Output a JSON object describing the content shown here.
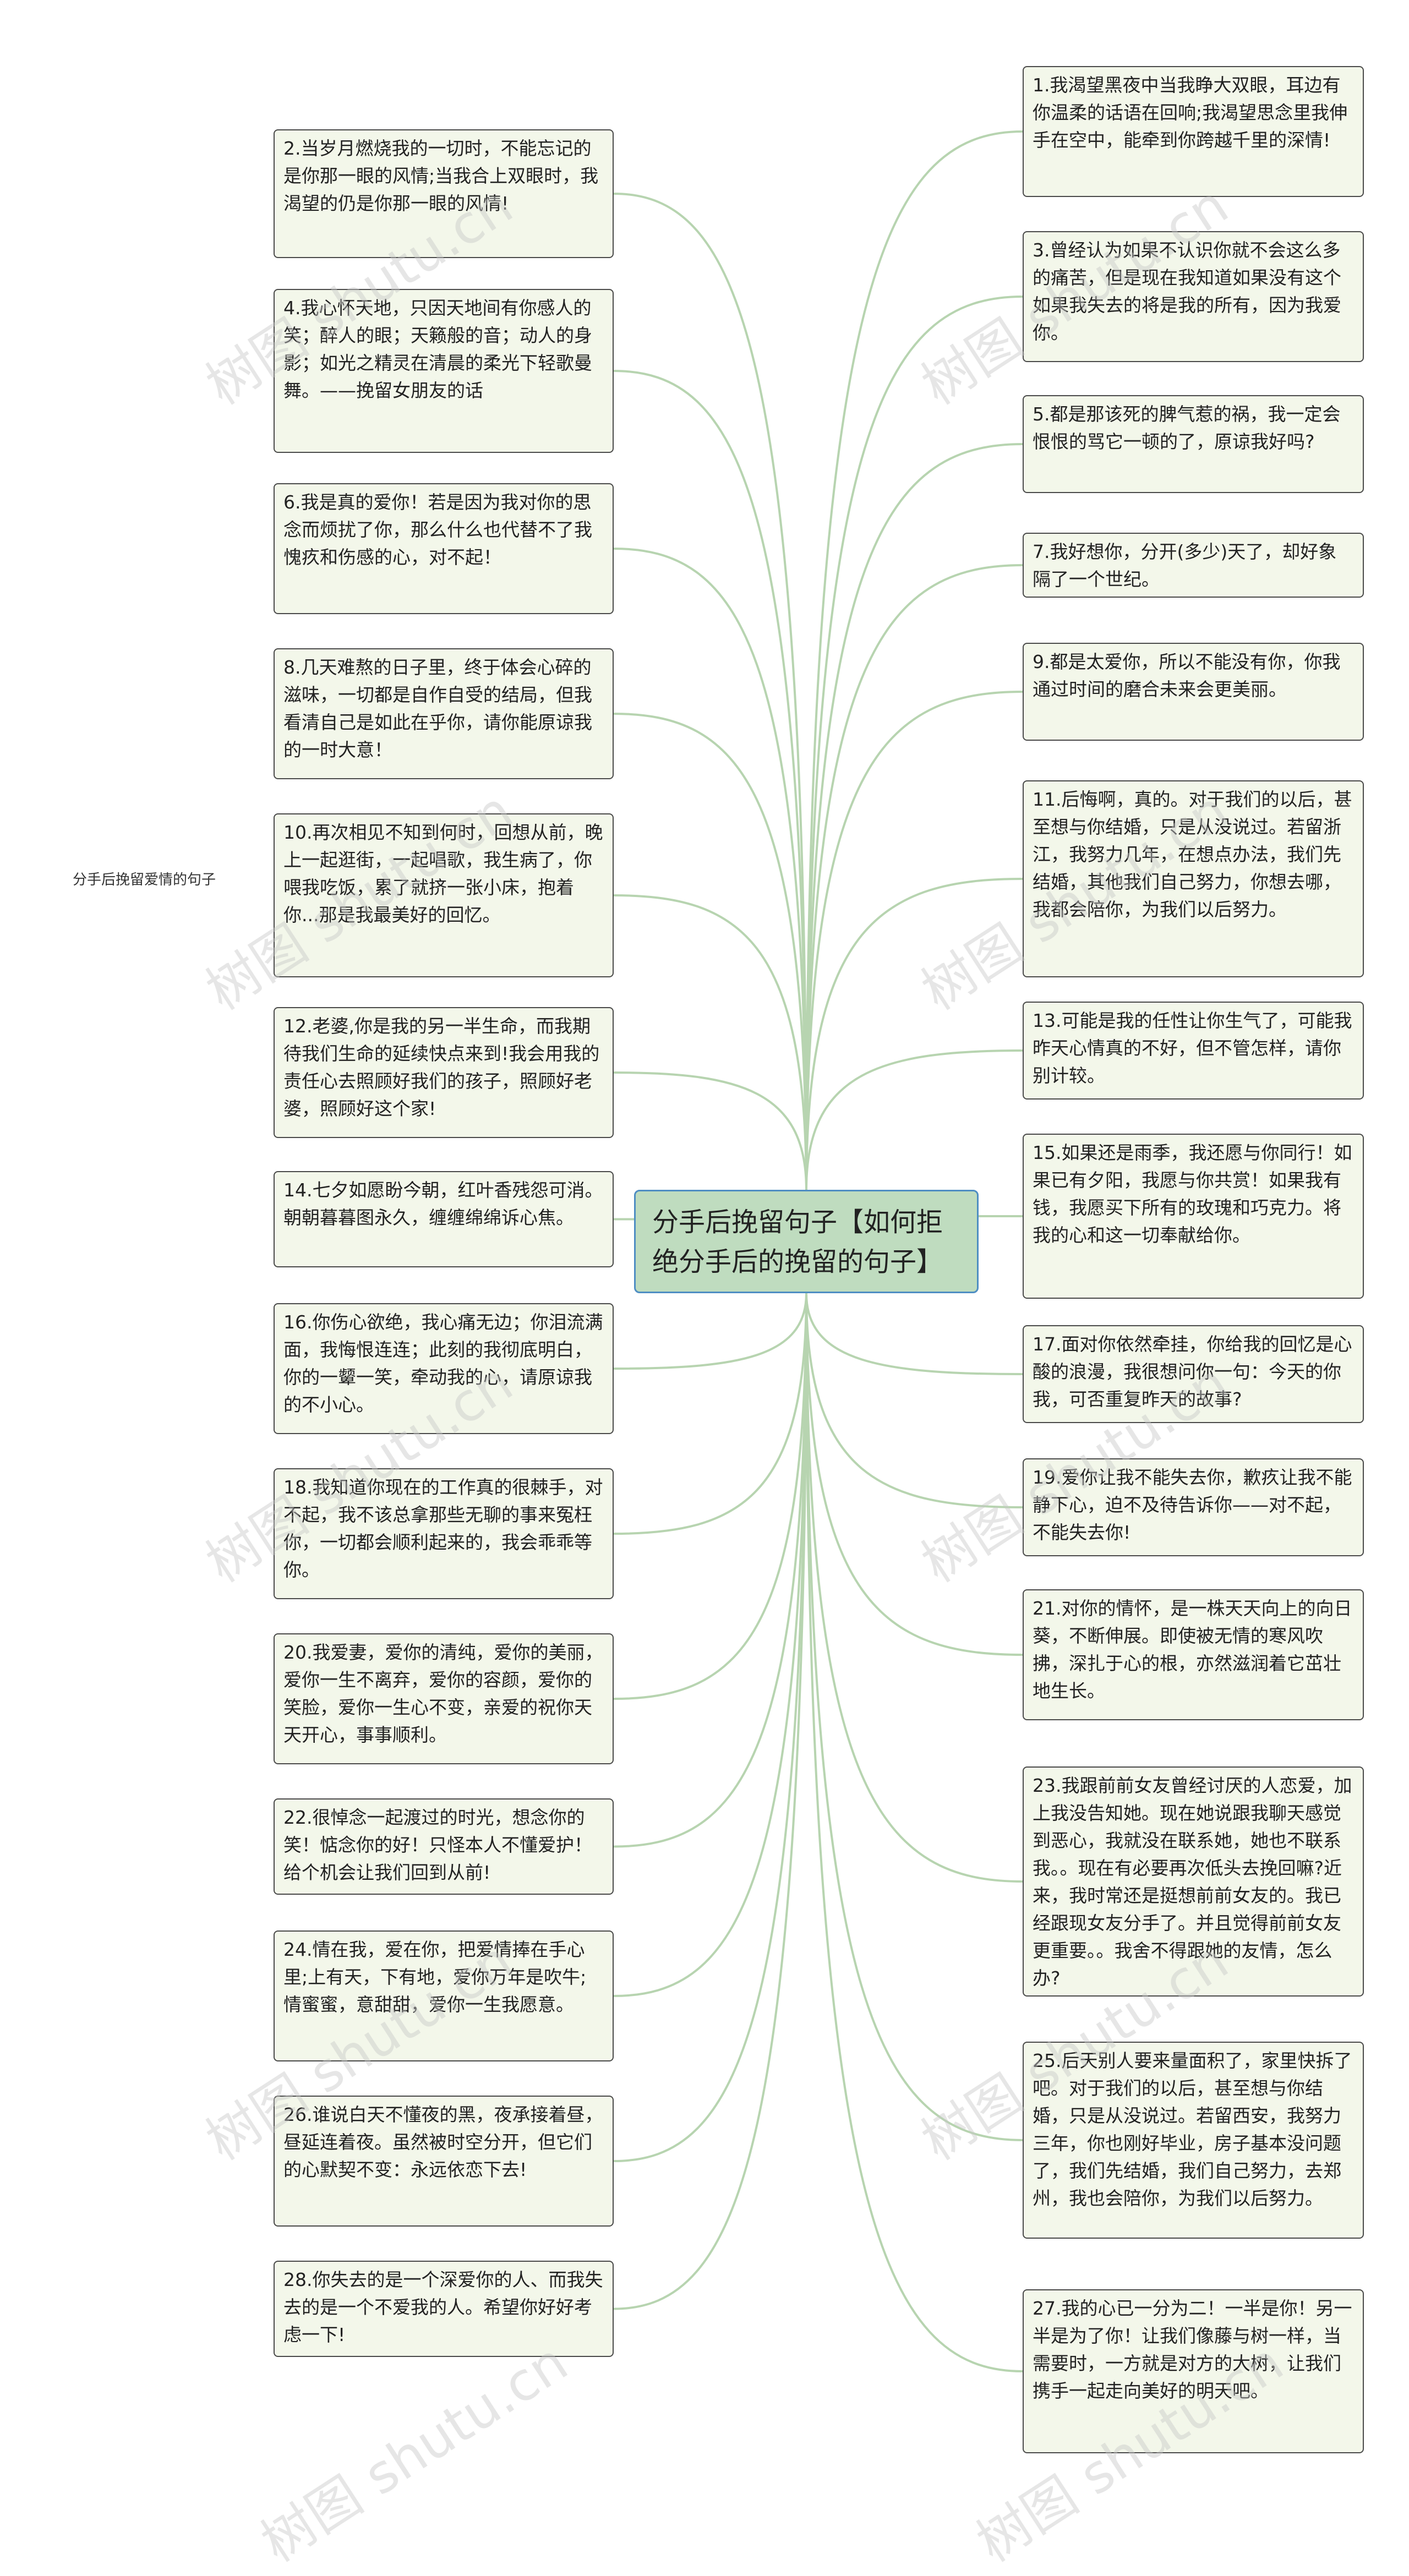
{
  "center_topic": "分手后挽留句子【如何拒绝分手后的挽留的句子】",
  "side_label": "分手后挽留爱情的句子",
  "watermark": "树图 shutu.cn",
  "colors": {
    "link": "#b7d4b0",
    "node_bg": "#f3f7ea",
    "center_bg": "#bfdcbf",
    "center_border": "#4f8ec3"
  },
  "left_nodes": [
    "2.当岁月燃烧我的一切时，不能忘记的是你那一眼的风情;当我合上双眼时，我渴望的仍是你那一眼的风情!",
    "4.我心怀天地，只因天地间有你感人的笑；醉人的眼；天籁般的音；动人的身影；如光之精灵在清晨的柔光下轻歌曼舞。——挽留女朋友的话",
    "6.我是真的爱你！若是因为我对你的思念而烦扰了你，那么什么也代替不了我愧疚和伤感的心，对不起！",
    "8.几天难熬的日子里，终于体会心碎的滋味，一切都是自作自受的结局，但我看清自己是如此在乎你，请你能原谅我的一时大意！",
    "10.再次相见不知到何时，回想从前，晚上一起逛街，一起唱歌，我生病了，你喂我吃饭，累了就挤一张小床，抱着你...那是我最美好的回忆。",
    "12.老婆,你是我的另一半生命，而我期待我们生命的延续快点来到!我会用我的责任心去照顾好我们的孩子，照顾好老婆，照顾好这个家!",
    "14.七夕如愿盼今朝，红叶香残怨可消。朝朝暮暮图永久，缠缠绵绵诉心焦。",
    "16.你伤心欲绝，我心痛无边；你泪流满面，我悔恨连连；此刻的我彻底明白，你的一颦一笑，牵动我的心，请原谅我的不小心。",
    "18.我知道你现在的工作真的很棘手，对不起，我不该总拿那些无聊的事来冤枉你，一切都会顺利起来的，我会乖乖等你。",
    "20.我爱妻，爱你的清纯，爱你的美丽，爱你一生不离弃，爱你的容颜，爱你的笑脸，爱你一生心不变，亲爱的祝你天天开心，事事顺利。",
    "22.很悼念一起渡过的时光，想念你的笑！惦念你的好！只怪本人不懂爱护！给个机会让我们回到从前!",
    "24.情在我，爱在你，把爱情捧在手心里;上有天，下有地，爱你万年是吹牛;情蜜蜜，意甜甜，爱你一生我愿意。",
    "26.谁说白天不懂夜的黑，夜承接着昼，昼延连着夜。虽然被时空分开，但它们的心默契不变：永远依恋下去!",
    "28.你失去的是一个深爱你的人、而我失去的是一个不爱我的人。希望你好好考虑一下!"
  ],
  "right_nodes": [
    "1.我渴望黑夜中当我睁大双眼，耳边有你温柔的话语在回响;我渴望思念里我伸手在空中，能牵到你跨越千里的深情!",
    "3.曾经认为如果不认识你就不会这么多的痛苦，但是现在我知道如果没有这个如果我失去的将是我的所有，因为我爱你。",
    "5.都是那该死的脾气惹的祸，我一定会恨恨的骂它一顿的了，原谅我好吗?",
    "7.我好想你，分开(多少)天了，却好象隔了一个世纪。",
    "9.都是太爱你，所以不能没有你，你我通过时间的磨合未来会更美丽。",
    "11.后悔啊，真的。对于我们的以后，甚至想与你结婚，只是从没说过。若留浙江，我努力几年，在想点办法，我们先结婚，其他我们自己努力，你想去哪，我都会陪你，为我们以后努力。",
    "13.可能是我的任性让你生气了，可能我昨天心情真的不好，但不管怎样，请你别计较。",
    "15.如果还是雨季，我还愿与你同行！如果已有夕阳，我愿与你共赏！如果我有钱，我愿买下所有的玫瑰和巧克力。将我的心和这一切奉献给你。",
    "17.面对你依然牵挂，你给我的回忆是心酸的浪漫，我很想问你一句：今天的你我，可否重复昨天的故事?",
    "19.爱你让我不能失去你，歉疚让我不能静下心，迫不及待告诉你——对不起，不能失去你!",
    "21.对你的情怀，是一株天天向上的向日葵，不断伸展。即使被无情的寒风吹拂，深扎于心的根，亦然滋润着它茁壮地生长。",
    "23.我跟前前女友曾经讨厌的人恋爱，加上我没告知她。现在她说跟我聊天感觉到恶心，我就没在联系她，她也不联系我。。现在有必要再次低头去挽回嘛?近来，我时常还是挺想前前女友的。我已经跟现女友分手了。并且觉得前前女友更重要。。我舍不得跟她的友情，怎么办?",
    "25.后天别人要来量面积了，家里快拆了吧。对于我们的以后，甚至想与你结婚，只是从没说过。若留西安，我努力三年，你也刚好毕业，房子基本没问题了，我们先结婚，我们自己努力，去郑州，我也会陪你，为我们以后努力。",
    "27.我的心已一分为二！一半是你！另一半是为了你！让我们像藤与树一样，当需要时，一方就是对方的大树，让我们携手一起走向美好的明天吧。"
  ]
}
